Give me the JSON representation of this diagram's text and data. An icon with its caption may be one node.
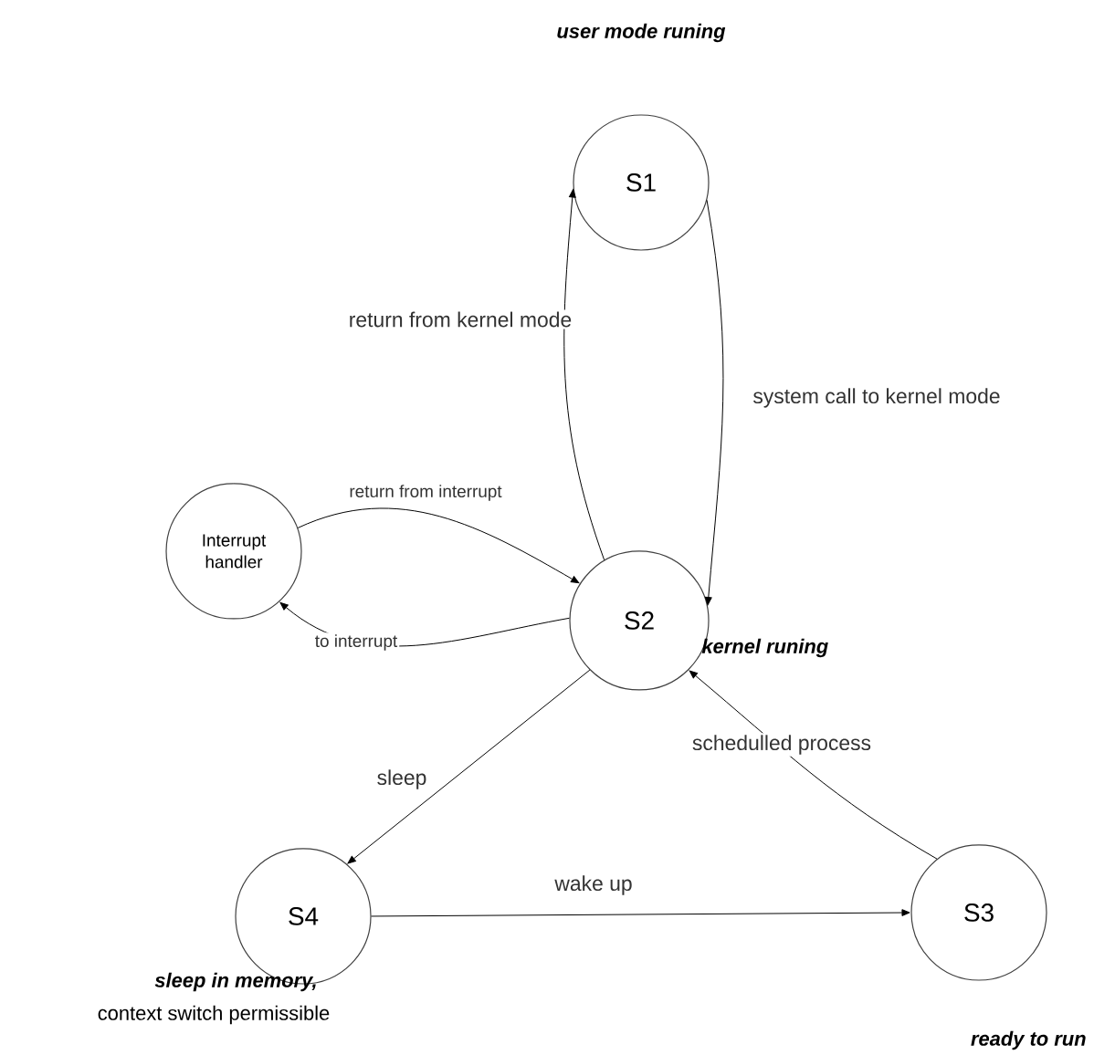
{
  "diagram": {
    "nodes": [
      {
        "text": [
          "S1"
        ],
        "beside": [
          "user mode runing"
        ]
      },
      {
        "text": [
          "S2"
        ],
        "beside": [
          "kernel runing"
        ]
      },
      {
        "text": [
          "Interrupt handler"
        ]
      },
      {
        "text": [
          "S4"
        ],
        "beside": [
          "sleep in memory,",
          "context switch permissible"
        ]
      },
      {
        "text": [
          "S3"
        ],
        "beside": [
          "ready to run"
        ]
      }
    ],
    "edges": [
      {
        "from": 1,
        "to": 0,
        "arrow": "to",
        "label": "return from kernel mode"
      },
      {
        "from": 0,
        "to": 1,
        "arrow": "to",
        "label": "system call to kernel mode"
      },
      {
        "from": 2,
        "to": 1,
        "arrow": "to",
        "label": "return from interrupt"
      },
      {
        "from": 1,
        "to": 2,
        "arrow": "to",
        "label": "to interrupt"
      },
      {
        "from": 1,
        "to": 3,
        "arrow": "to",
        "label": "sleep"
      },
      {
        "from": 3,
        "to": 4,
        "arrow": "to",
        "label": "wake up"
      },
      {
        "from": 4,
        "to": 1,
        "arrow": "to",
        "label": "schedulled process"
      }
    ]
  }
}
